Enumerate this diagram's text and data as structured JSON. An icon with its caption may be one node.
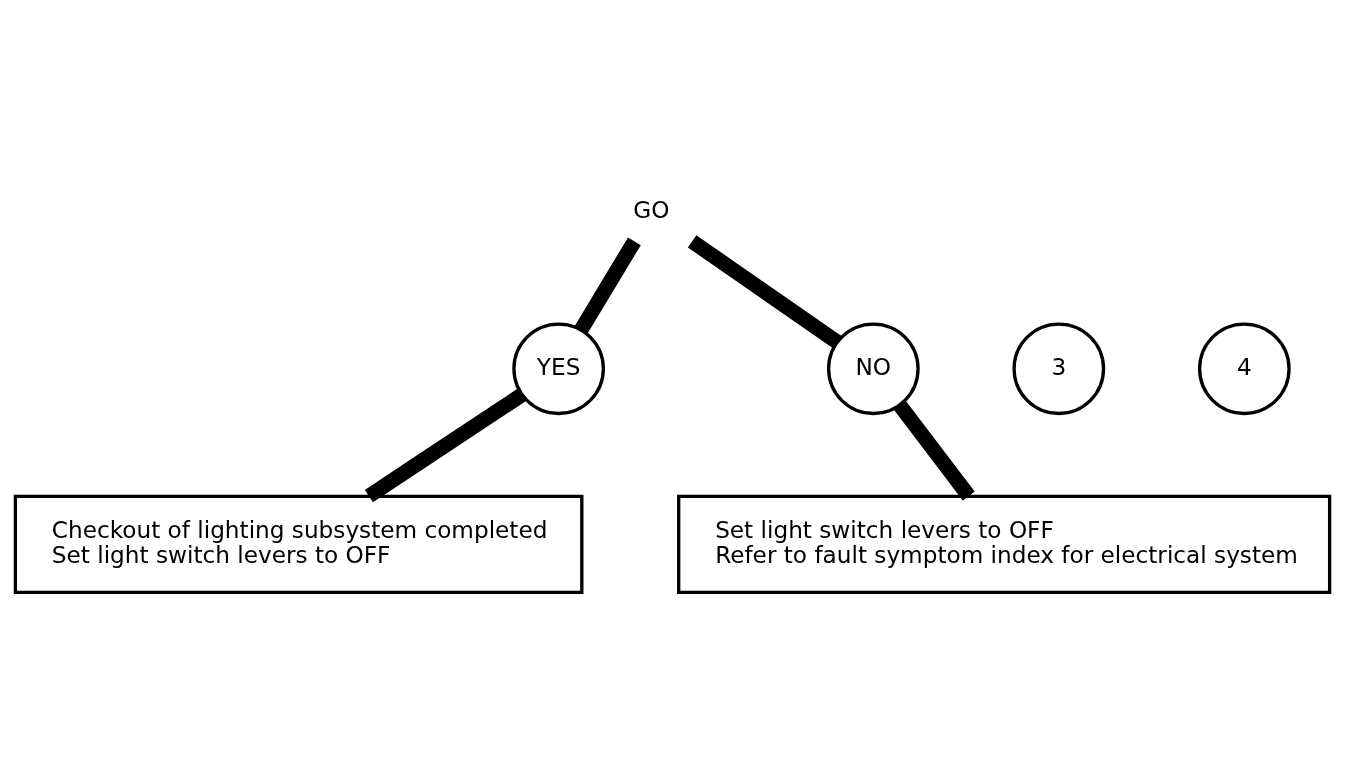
{
  "diagram": {
    "nodes": [
      {
        "text": [
          "GO"
        ]
      },
      {
        "text": [
          "YES"
        ]
      },
      {
        "text": [
          "NO"
        ]
      },
      {
        "text": [
          "3"
        ]
      },
      {
        "text": [
          "Set light switch levers to OFF",
          "Refer to fault symptom index for electrical system"
        ]
      },
      {
        "text": [
          "4"
        ]
      },
      {
        "text": [
          "Checkout of lighting subsystem completed",
          "Set light switch levers to OFF"
        ]
      }
    ],
    "edges": [
      {
        "from": 0,
        "to": 1,
        "arrow": "none"
      },
      {
        "from": 0,
        "to": 2,
        "arrow": "none"
      },
      {
        "from": 1,
        "to": 6,
        "arrow": "none"
      },
      {
        "from": 2,
        "to": 4,
        "arrow": "none"
      }
    ]
  }
}
